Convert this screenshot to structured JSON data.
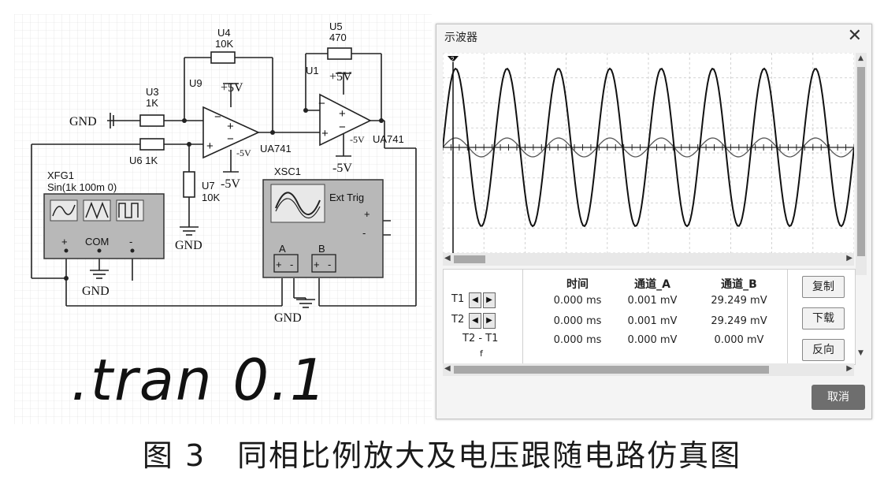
{
  "schematic": {
    "labels": {
      "u4": "U4",
      "u4v": "10K",
      "u5": "U5",
      "u5v": "470",
      "u3": "U3",
      "u3v": "1K",
      "u9": "U9",
      "u1": "U1",
      "p5v_a": "+5V",
      "p5v_b": "+5V",
      "n5v_a": "-5V",
      "n5v_a2": "-5V",
      "n5v_b": "-5V",
      "n5v_b2": "-5V",
      "ua741_a": "UA741",
      "ua741_b": "UA741",
      "gnd_left": "GND",
      "u6": "U6 1K",
      "u7": "U7",
      "u7v": "10K",
      "gnd_u7": "GND",
      "xfg1": "XFG1",
      "xfg1_param": "Sin(1k 100m 0)",
      "plus": "+",
      "com": "COM",
      "minus": "-",
      "gnd_xfg": "GND",
      "xsc1": "XSC1",
      "ext_trig": "Ext Trig",
      "ch_a": "A",
      "ch_b": "B",
      "gnd_scope": "GND",
      "opamp_minus": "−",
      "opamp_plus": "+"
    },
    "tran_text": ".tran 0.1"
  },
  "oscilloscope": {
    "title": "示波器",
    "close": "✕",
    "cursor_marker": "2",
    "cursors": {
      "t1": "T1",
      "t2": "T2",
      "diff": "T2 - T1",
      "f": "f",
      "left_arrow": "◀",
      "right_arrow": "▶"
    },
    "headers": [
      "时间",
      "通道_A",
      "通道_B"
    ],
    "rows": [
      [
        "0.000 ms",
        "0.001 mV",
        "29.249 mV"
      ],
      [
        "0.000 ms",
        "0.001 mV",
        "29.249 mV"
      ],
      [
        "0.000 ms",
        "0.000 mV",
        "0.000 mV"
      ]
    ],
    "buttons": {
      "copy": "复制",
      "download": "下载",
      "reverse": "反向",
      "cancel": "取消"
    },
    "waveform": {
      "cycles": 8,
      "channel_a_amplitude": 0.12,
      "channel_b_amplitude": 1.0,
      "color": "#222222"
    }
  },
  "caption": "图 3　同相比例放大及电压跟随电路仿真图"
}
